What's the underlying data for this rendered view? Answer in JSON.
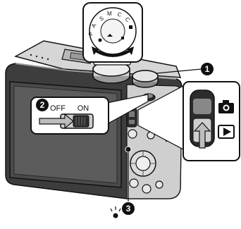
{
  "callouts": [
    {
      "number": "1"
    },
    {
      "number": "2"
    },
    {
      "number": "3"
    }
  ],
  "switch_inset": {
    "off_label": "OFF",
    "on_label": "ON"
  },
  "mode_dial": {
    "letters": [
      "S",
      "A",
      "P",
      "M",
      "C",
      "C"
    ]
  },
  "record_play_inset": {
    "record_icon": "camera-icon",
    "play_icon": "play-icon"
  },
  "colors": {
    "ink": "#111111",
    "body_dark": "#3a3a3a",
    "body_mid": "#8c8c8c",
    "body_light": "#cfcfcf",
    "screen": "#4a4a4a",
    "paper": "#ffffff"
  }
}
